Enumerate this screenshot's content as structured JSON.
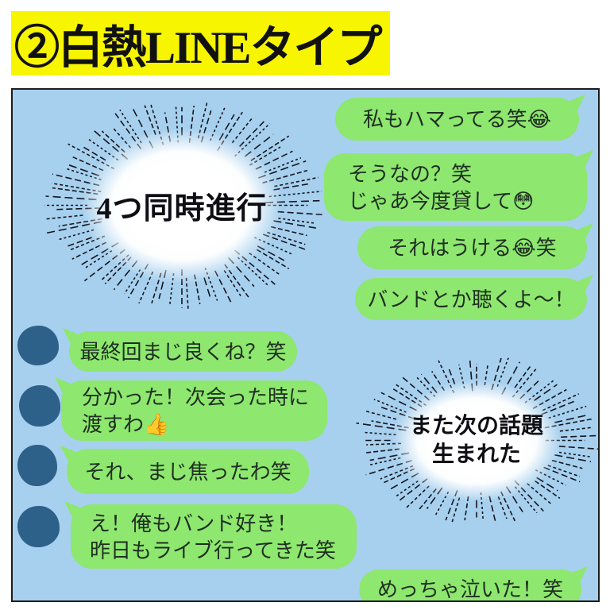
{
  "title_banner": {
    "text": "②白熱LINEタイプ"
  },
  "colors": {
    "banner_bg": "#f7f500",
    "banner_text": "#111111",
    "chat_bg": "#a6d0ee",
    "chat_border": "#1c1c1c",
    "bubble_green": "#8ee76e",
    "avatar_blue": "#2e6189",
    "message_text": "#1f2f22",
    "burst_text": "#0e0e14",
    "ray_color": "#14141e"
  },
  "chat": {
    "right_messages": [
      {
        "lines": [
          "私もハマってる笑😂"
        ]
      },
      {
        "lines": [
          "そうなの？笑",
          "じゃあ今度貸して😳"
        ]
      },
      {
        "lines": [
          "それはうける😂笑"
        ]
      },
      {
        "lines": [
          "バンドとか聴くよ〜！"
        ]
      }
    ],
    "left_messages": [
      {
        "lines": [
          "最終回まじ良くね？笑"
        ]
      },
      {
        "lines": [
          "分かった！次会った時に",
          "渡すわ👍"
        ]
      },
      {
        "lines": [
          "それ、まじ焦ったわ笑"
        ]
      },
      {
        "lines": [
          "え！俺もバンド好き！",
          "昨日もライブ行ってきた笑"
        ]
      }
    ],
    "bottom_right_message": {
      "lines": [
        "めっちゃ泣いた！笑"
      ]
    },
    "bursts": [
      {
        "lines": [
          "4つ同時進行"
        ]
      },
      {
        "lines": [
          "また次の話題",
          "生まれた"
        ]
      }
    ],
    "emoji_names": [
      "face-with-tears-of-joy-emoji",
      "flushed-face-emoji",
      "thumbs-up-emoji"
    ]
  }
}
